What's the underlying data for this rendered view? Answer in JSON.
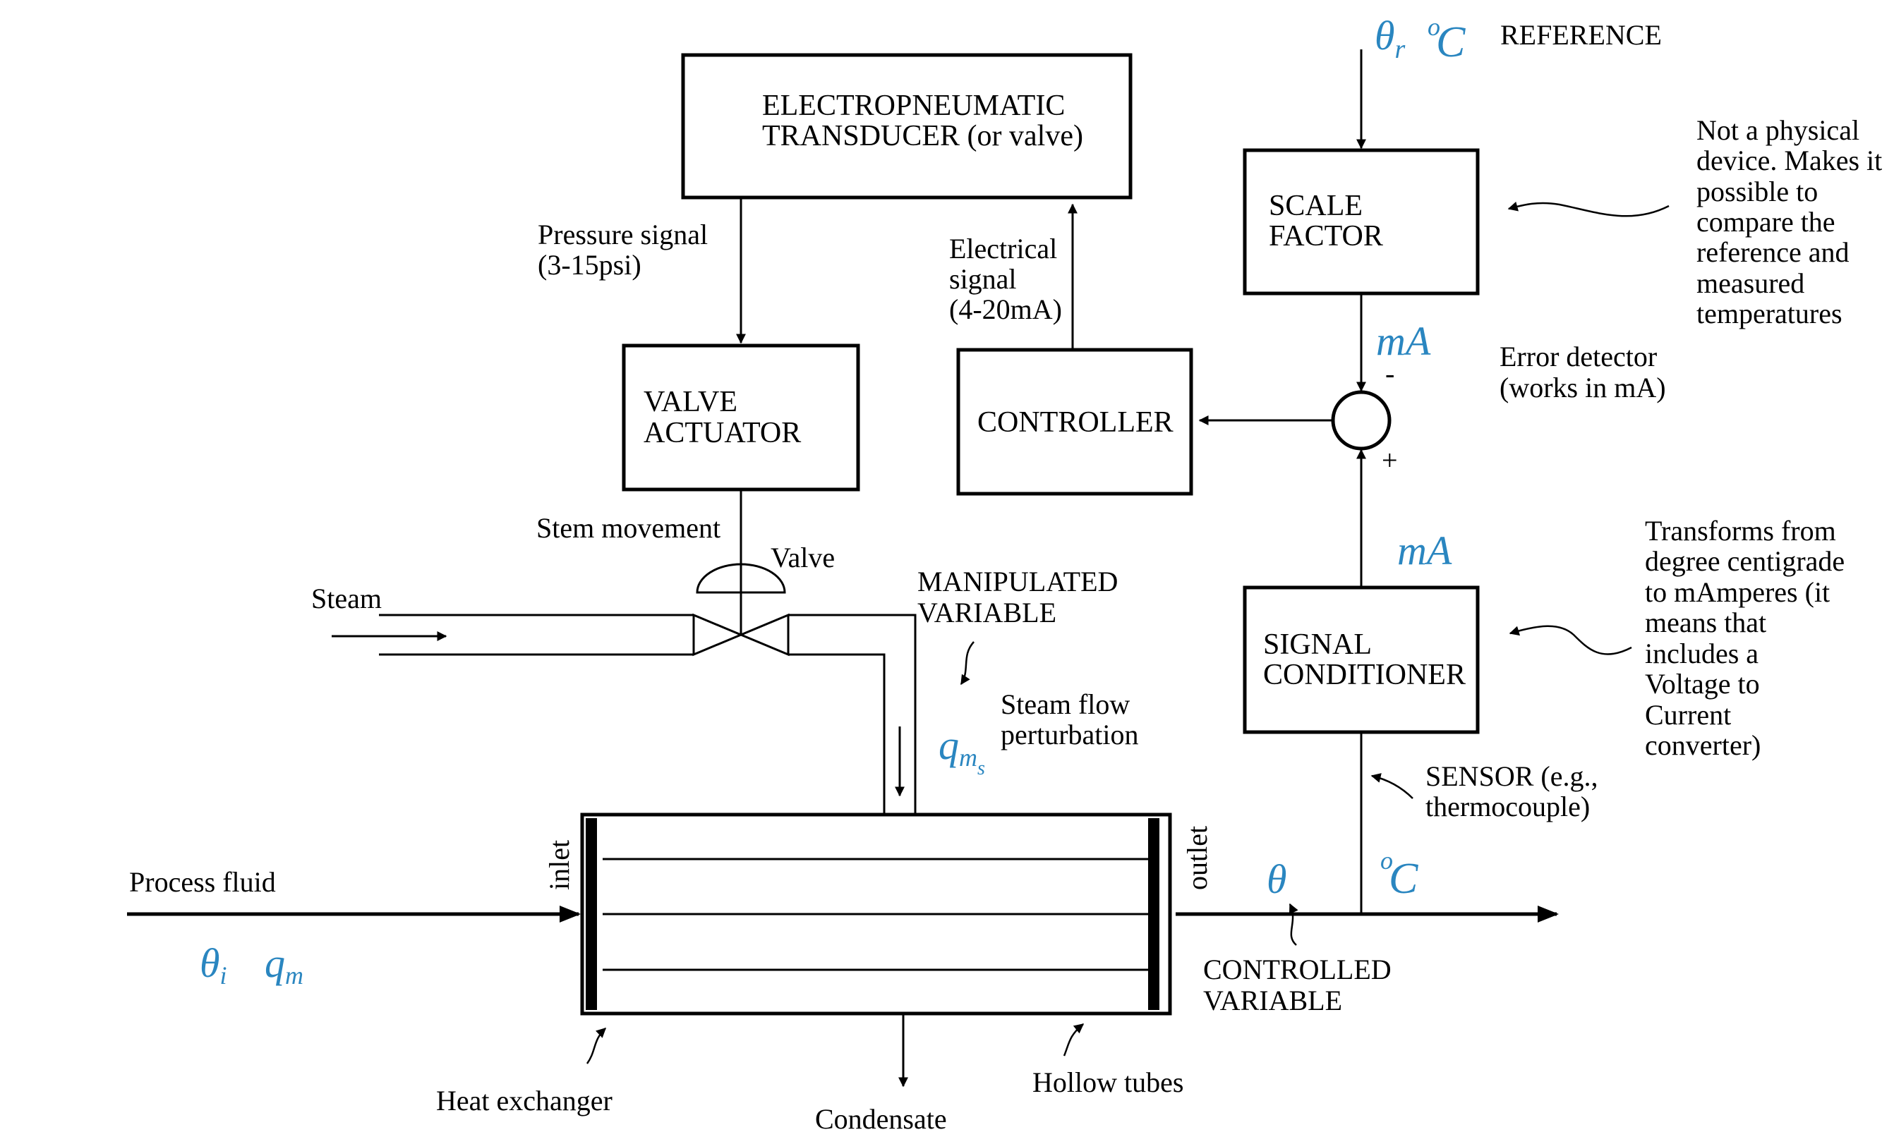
{
  "blocks": {
    "transducer": [
      "ELECTROPNEUMATIC",
      "TRANSDUCER (or valve)"
    ],
    "valve_actuator": [
      "VALVE",
      "ACTUATOR"
    ],
    "controller": "CONTROLLER",
    "scale_factor": [
      "SCALE",
      "FACTOR"
    ],
    "signal_conditioner": [
      "SIGNAL",
      "CONDITIONER"
    ]
  },
  "labels": {
    "pressure_signal": [
      "Pressure signal",
      "(3-15psi)"
    ],
    "electrical_signal": [
      "Electrical",
      "signal",
      "(4-20mA)"
    ],
    "reference": "REFERENCE",
    "scale_note": [
      "Not a physical",
      "device. Makes it",
      "possible to",
      "compare the",
      "reference and",
      "measured",
      "temperatures"
    ],
    "error_detector": [
      "Error detector",
      "(works in mA)"
    ],
    "minus": "-",
    "plus": "+",
    "stem_movement": "Stem movement",
    "valve": "Valve",
    "steam": "Steam",
    "manipulated_variable": [
      "MANIPULATED",
      "VARIABLE"
    ],
    "steam_flow": [
      "Steam flow",
      "perturbation"
    ],
    "conditioner_note": [
      "Transforms from",
      "degree centigrade",
      "to mAmperes (it",
      "means that",
      "includes a",
      "Voltage to",
      "Current",
      "converter)"
    ],
    "sensor": [
      "SENSOR (e.g.,",
      "thermocouple)"
    ],
    "process_fluid": "Process fluid",
    "inlet": "inlet",
    "outlet": "outlet",
    "controlled_variable": [
      "CONTROLLED",
      "VARIABLE"
    ],
    "heat_exchanger": "Heat exchanger",
    "condensate": "Condensate",
    "hollow_tubes": "Hollow tubes"
  },
  "math": {
    "theta_r": "θ",
    "theta_r_sub": "r",
    "deg_c_top": "C",
    "deg_c_top_sup": "o",
    "ma_top": "mA",
    "ma_bottom": "mA",
    "q_ms": "q",
    "q_ms_sub": "m",
    "q_ms_subsub": "s",
    "theta_out": "θ",
    "deg_c_out": "C",
    "deg_c_out_sup": "o",
    "theta_i": "θ",
    "theta_i_sub": "i",
    "q_m": "q",
    "q_m_sub": "m"
  },
  "colors": {
    "math": "#2a86c0",
    "lines": "#000000"
  }
}
